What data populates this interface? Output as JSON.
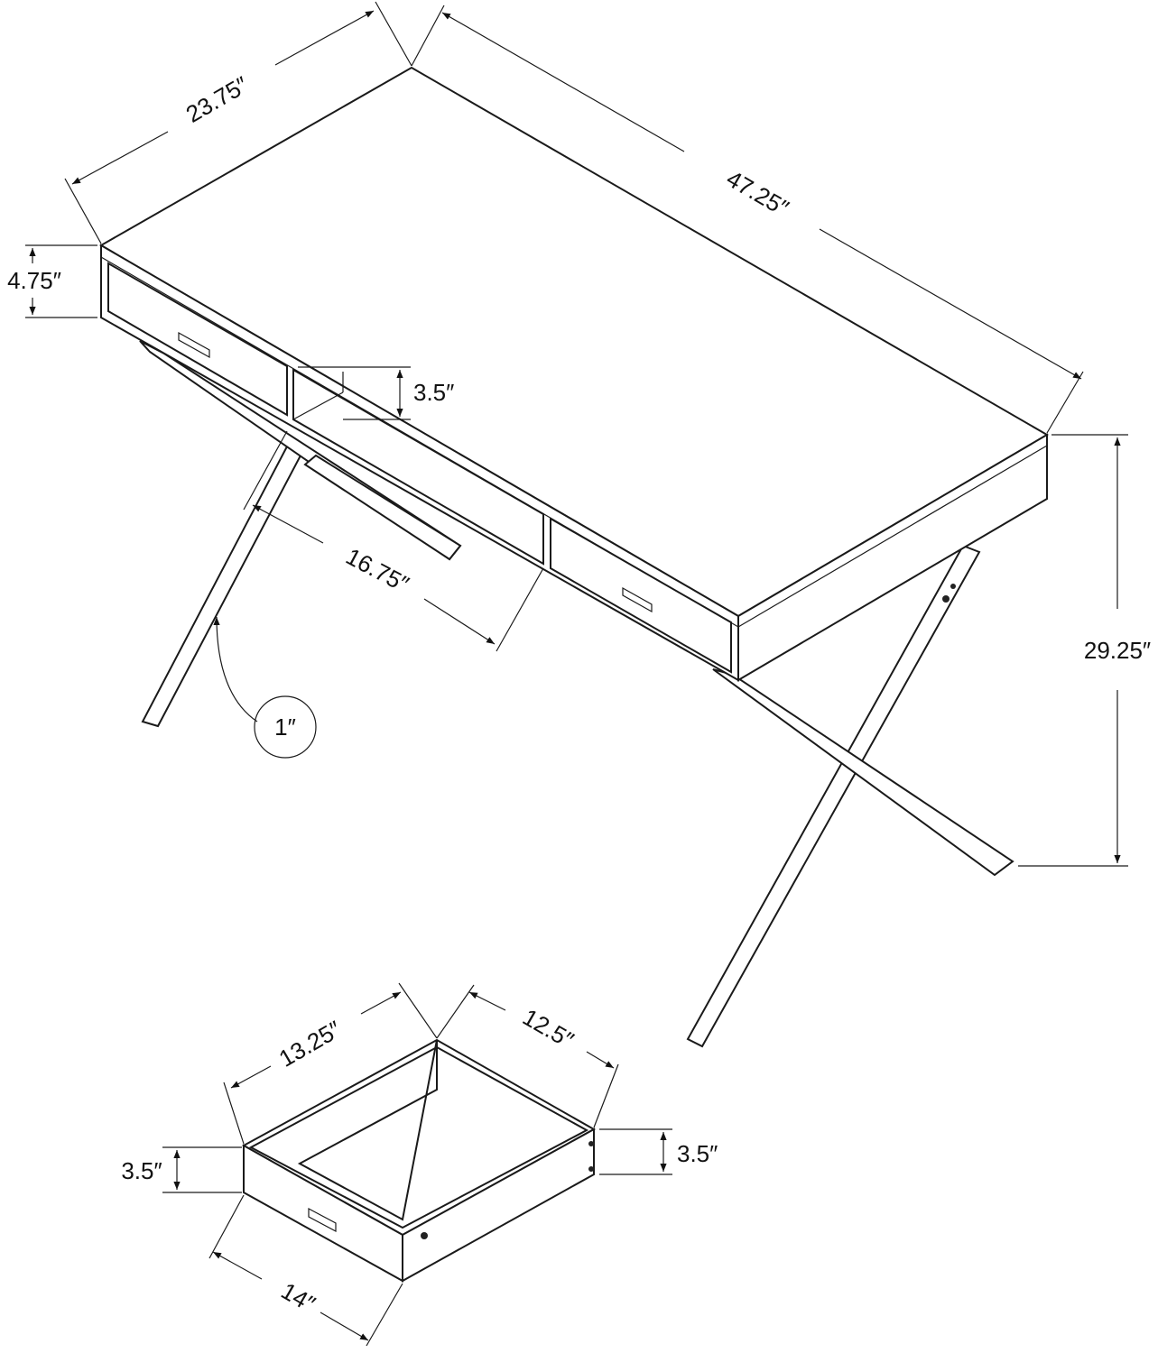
{
  "colors": {
    "line": "#1a1a1a",
    "background": "#ffffff"
  },
  "desk": {
    "depth": "23.75″",
    "width": "47.25″",
    "apron_height": "4.75″",
    "shelf_opening_height": "3.5″",
    "leg_spread": "16.75″",
    "leg_thickness": "1″",
    "total_height": "29.25″"
  },
  "drawer": {
    "depth": "13.25″",
    "interior_depth": "12.5″",
    "front_height": "3.5″",
    "side_height": "3.5″",
    "width": "14″"
  }
}
